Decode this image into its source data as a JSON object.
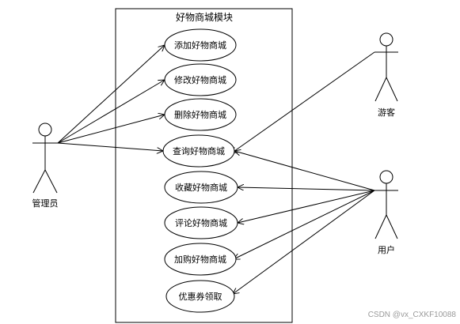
{
  "system": {
    "title": "好物商城模块"
  },
  "actors": {
    "admin": {
      "label": "管理员"
    },
    "guest": {
      "label": "游客"
    },
    "user": {
      "label": "用户"
    }
  },
  "use_cases": [
    {
      "id": "uc1",
      "label": "添加好物商城"
    },
    {
      "id": "uc2",
      "label": "修改好物商城"
    },
    {
      "id": "uc3",
      "label": "删除好物商城"
    },
    {
      "id": "uc4",
      "label": "查询好物商城"
    },
    {
      "id": "uc5",
      "label": "收藏好物商城"
    },
    {
      "id": "uc6",
      "label": "评论好物商城"
    },
    {
      "id": "uc7",
      "label": "加购好物商城"
    },
    {
      "id": "uc8",
      "label": "优惠券领取"
    }
  ],
  "watermark": "CSDN @vx_CXKF10088"
}
